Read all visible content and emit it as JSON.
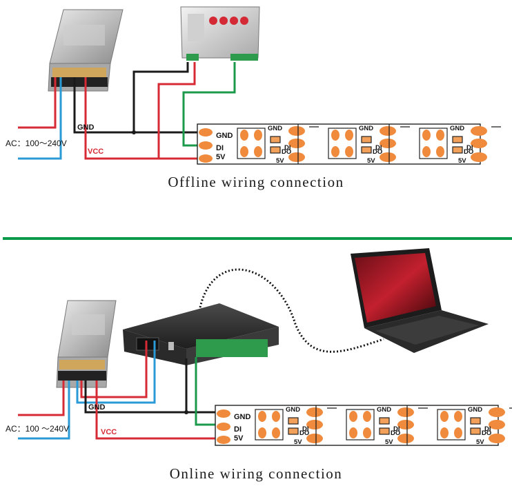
{
  "colors": {
    "divider": "#0b9a4a",
    "ac_live_wire": "#d62a35",
    "ac_neutral_wire": "#2a9ad6",
    "gnd_wire": "#1a1a1a",
    "vcc_wire": "#d62a35",
    "data_wire": "#1a9a4a",
    "strip_pad": "#f08a3c",
    "led_chip": "#f3a05a"
  },
  "offline": {
    "caption": "Offline wiring connection",
    "ac_label": "AC：100～240V",
    "gnd_label": "GND",
    "vcc_label": "VCC",
    "strip_pins": [
      "GND",
      "DI",
      "5V"
    ],
    "segment_labels": [
      {
        "gnd": "GND",
        "di": "DI",
        "do": "DO",
        "v": "5V",
        "v2": "5V"
      },
      {
        "gnd": "GND",
        "di": "DI",
        "do": "DO",
        "v": "5V",
        "v2": "5V"
      },
      {
        "gnd": "GND",
        "di": "DI",
        "do": "DO",
        "v": "5V",
        "v2": "5V"
      }
    ]
  },
  "online": {
    "caption": "Online wiring connection",
    "ac_label": "AC：100 ～240V",
    "gnd_label": "GND",
    "vcc_label": "VCC",
    "strip_pins": [
      "GND",
      "DI",
      "5V"
    ],
    "segment_labels": [
      {
        "gnd": "GND",
        "di": "DI",
        "do": "DO",
        "v": "5V",
        "v2": "5V"
      },
      {
        "gnd": "GND",
        "di": "DI",
        "do": "DO",
        "v": "5V",
        "v2": "5V"
      },
      {
        "gnd": "GND",
        "di": "DI",
        "do": "DO",
        "v": "5V",
        "v2": "5V"
      }
    ]
  },
  "icons": [
    "power-supply-icon",
    "offline-controller-icon",
    "online-controller-icon",
    "laptop-icon",
    "led-strip-icon"
  ]
}
